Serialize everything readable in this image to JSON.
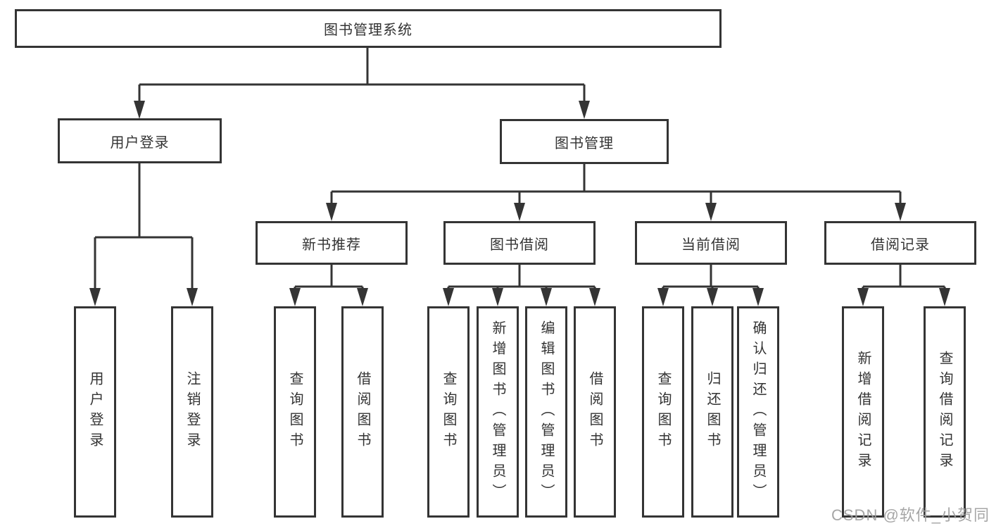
{
  "nodes": {
    "root": "图书管理系统",
    "user_login": "用户登录",
    "book_mgmt": "图书管理",
    "new_books": "新书推荐",
    "book_borrow": "图书借阅",
    "current_borrow": "当前借阅",
    "borrow_records": "借阅记录"
  },
  "leaves": {
    "login": [
      "用户登录",
      "注销登录"
    ],
    "new_books": [
      "查询图书",
      "借阅图书"
    ],
    "book_borrow": [
      "查询图书",
      "新增图书（管理员）",
      "编辑图书（管理员）",
      "借阅图书"
    ],
    "current_borrow": [
      "查询图书",
      "归还图书",
      "确认归还（管理员）"
    ],
    "borrow_records": [
      "新增借阅记录",
      "查询借阅记录"
    ]
  },
  "watermark": "CSDN @软件_小贺同学",
  "colors": {
    "line": "#343434",
    "box_border": "#343434",
    "text": "#333333",
    "watermark": "#9e9e9e",
    "background": "#ffffff"
  }
}
